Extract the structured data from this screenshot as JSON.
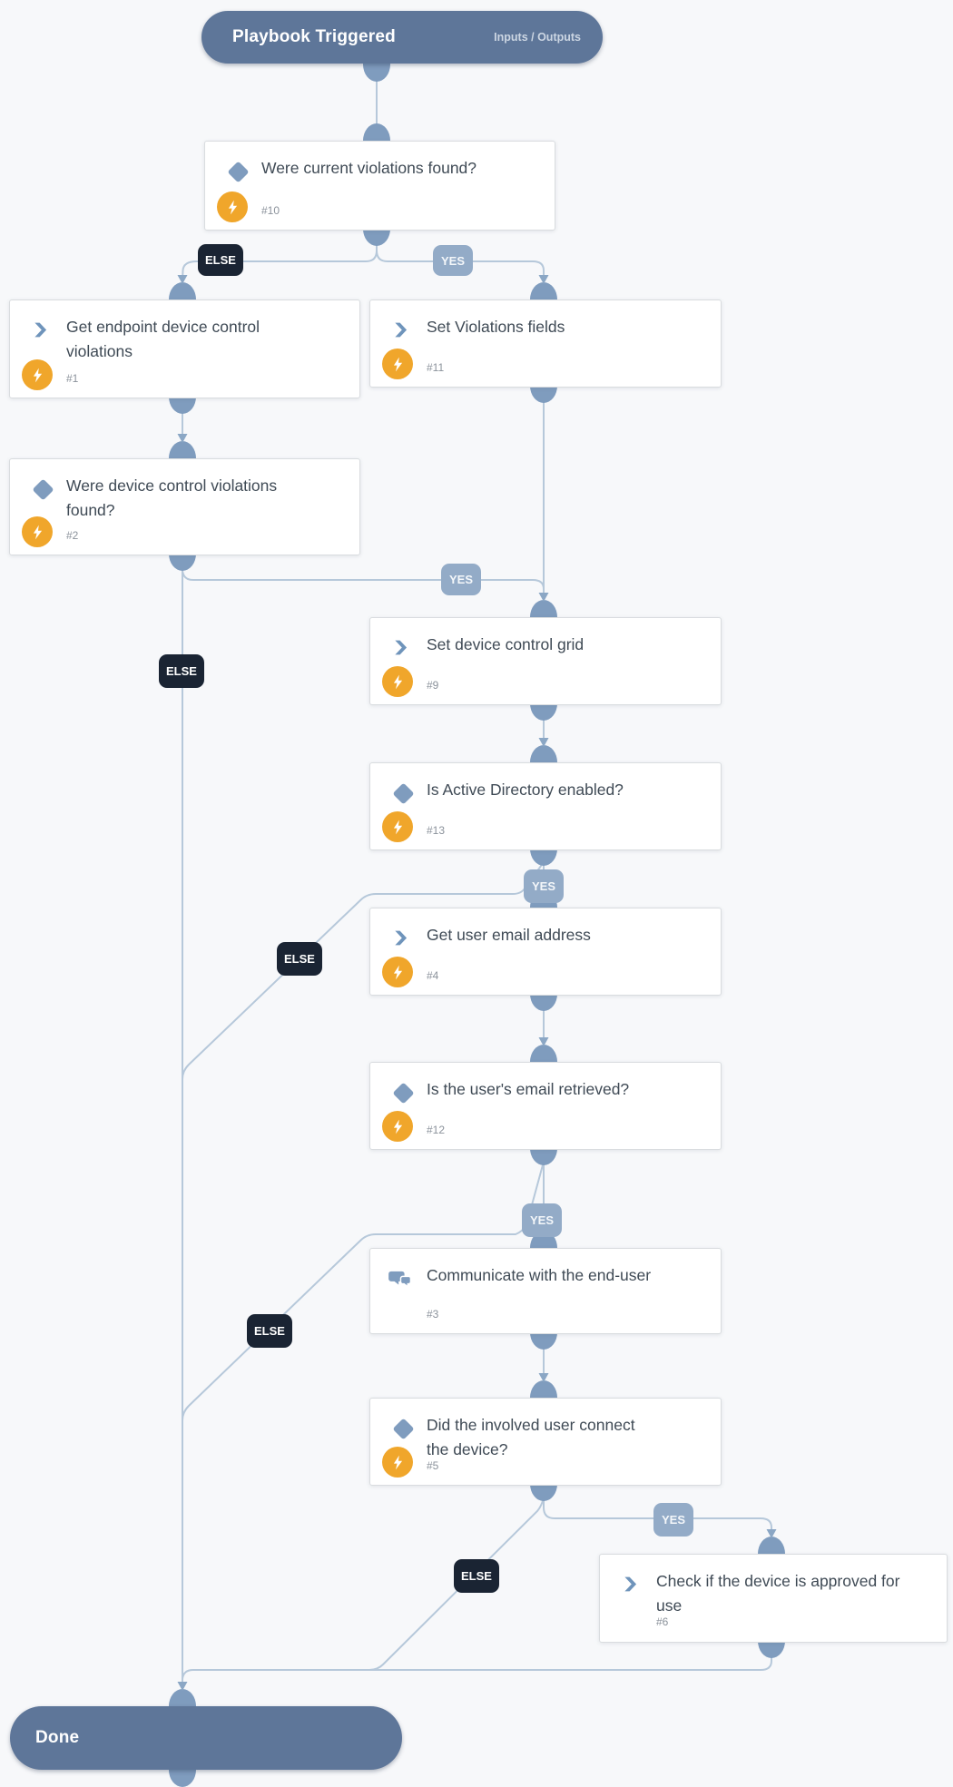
{
  "start": {
    "title": "Playbook Triggered",
    "link_label": "Inputs / Outputs"
  },
  "end": {
    "title": "Done"
  },
  "labels": {
    "yes": "YES",
    "else": "ELSE"
  },
  "nodes": [
    {
      "id": "#10",
      "title": "Were current violations found?",
      "type": "condition",
      "automated": true
    },
    {
      "id": "#1",
      "title": "Get endpoint device control violations",
      "type": "task",
      "automated": true
    },
    {
      "id": "#11",
      "title": "Set Violations fields",
      "type": "task",
      "automated": true
    },
    {
      "id": "#2",
      "title": "Were device control violations found?",
      "type": "condition",
      "automated": true
    },
    {
      "id": "#9",
      "title": "Set device control grid",
      "type": "task",
      "automated": true
    },
    {
      "id": "#13",
      "title": "Is Active Directory enabled?",
      "type": "condition",
      "automated": true
    },
    {
      "id": "#4",
      "title": "Get user email address",
      "type": "task",
      "automated": true
    },
    {
      "id": "#12",
      "title": "Is the user's email retrieved?",
      "type": "condition",
      "automated": true
    },
    {
      "id": "#3",
      "title": "Communicate with the end-user",
      "type": "communication",
      "automated": false
    },
    {
      "id": "#5",
      "title": "Did the involved user connect the device?",
      "type": "condition",
      "automated": true
    },
    {
      "id": "#6",
      "title": "Check if the device is approved for use",
      "type": "task",
      "automated": false
    }
  ],
  "edges": [
    {
      "from": "Playbook Triggered",
      "to": "#10",
      "label": ""
    },
    {
      "from": "#10",
      "to": "#1",
      "label": "ELSE"
    },
    {
      "from": "#10",
      "to": "#11",
      "label": "YES"
    },
    {
      "from": "#1",
      "to": "#2",
      "label": ""
    },
    {
      "from": "#11",
      "to": "#9",
      "label": ""
    },
    {
      "from": "#2",
      "to": "#9",
      "label": "YES"
    },
    {
      "from": "#2",
      "to": "Done",
      "label": "ELSE"
    },
    {
      "from": "#9",
      "to": "#13",
      "label": ""
    },
    {
      "from": "#13",
      "to": "#4",
      "label": "YES"
    },
    {
      "from": "#13",
      "to": "Done",
      "label": "ELSE"
    },
    {
      "from": "#4",
      "to": "#12",
      "label": ""
    },
    {
      "from": "#12",
      "to": "#3",
      "label": "YES"
    },
    {
      "from": "#12",
      "to": "Done",
      "label": "ELSE"
    },
    {
      "from": "#3",
      "to": "#5",
      "label": ""
    },
    {
      "from": "#5",
      "to": "#6",
      "label": "YES"
    },
    {
      "from": "#5",
      "to": "Done",
      "label": "ELSE"
    },
    {
      "from": "#6",
      "to": "Done",
      "label": ""
    }
  ],
  "icons": {
    "condition": "diamond-icon",
    "task": "chevron-right-icon",
    "communication": "chat-bubbles-icon",
    "automation": "lightning-icon"
  },
  "colors": {
    "terminal_pill": "#5e7699",
    "connector_line": "#b6c8da",
    "connector_node": "#7f9cbe",
    "yes_badge": "#93abc7",
    "else_badge": "#1a2433",
    "automation_badge": "#f0a62b",
    "card_border": "#d9dcdf",
    "title_text": "#3f4a55",
    "canvas_bg": "#f7f8fa"
  }
}
